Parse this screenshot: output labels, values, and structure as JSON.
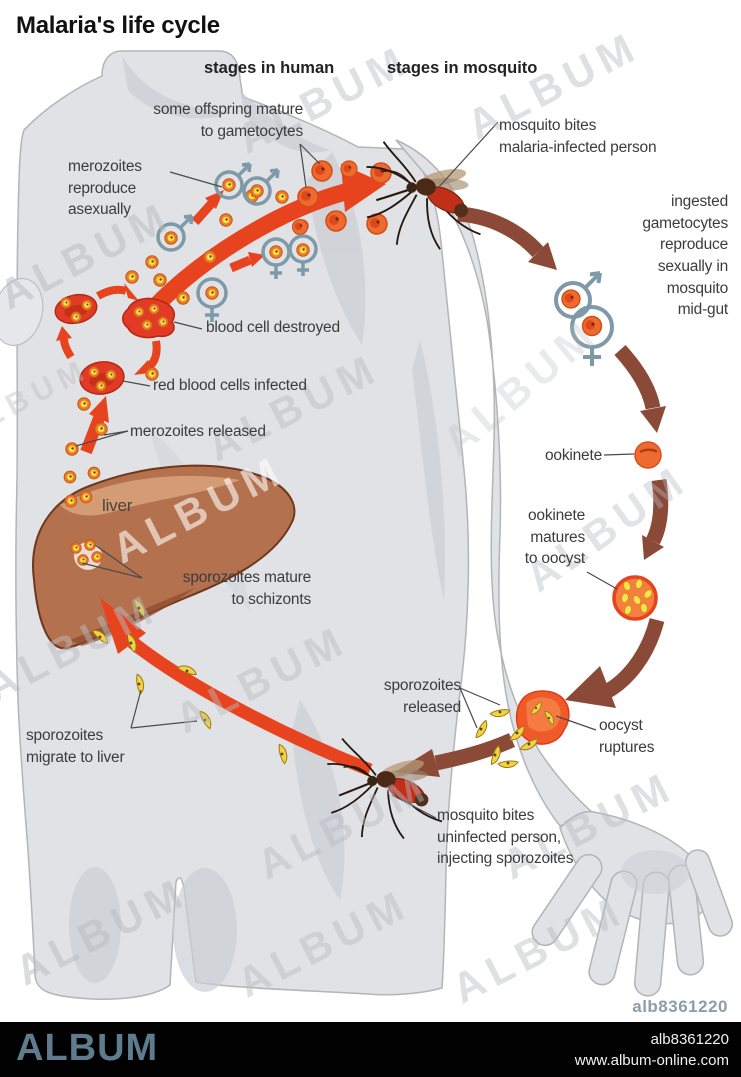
{
  "title": "Malaria's life cycle",
  "headers": {
    "human": "stages in human",
    "mosquito": "stages in mosquito"
  },
  "labels": {
    "offspring": "some offspring mature\nto gametocytes",
    "merozoites_reproduce": "merozoites\nreproduce\nasexually",
    "mosquito_bites_infected": "mosquito bites\nmalaria-infected person",
    "ingested": "ingested\ngametocytes\nreproduce\nsexually in\nmosquito\nmid-gut",
    "ookinete": "ookinete",
    "ookinete_matures": "ookinete\nmatures\nto oocyst",
    "sporozoites_released": "sporozoites\nreleased",
    "oocyst_ruptures": "oocyst\nruptures",
    "mosquito_bites_uninfected": "mosquito bites\nuninfected person,\ninjecting sporozoites",
    "sporozoites_migrate": "sporozoites\nmigrate to liver",
    "blood_cell_destroyed": "blood cell destroyed",
    "rbc_infected": "red blood cells infected",
    "merozoites_released": "merozoites released",
    "sporozoites_mature": "sporozoites mature\nto schizonts",
    "liver": "liver"
  },
  "watermark": {
    "text": "ALBUM"
  },
  "footer": {
    "brand": "ALBUM",
    "image_id": "alb8361220",
    "website": "www.album-online.com",
    "corner_id": "alb8361220"
  },
  "colors": {
    "red_arrow": "#e8431f",
    "brown_arrow": "#8a4a37",
    "steel_blue_symbol": "#7e99a7",
    "liver_brown": "#b4714e",
    "cell_orange": "#ee7b23",
    "cell_yellow": "#f8e04c",
    "rbc_red": "#e23a25",
    "body_gray": "#e1e2e5",
    "watermark_gray": "#b8bbc1",
    "footer_bg": "#010101",
    "footer_brand": "#5e7c8d"
  }
}
